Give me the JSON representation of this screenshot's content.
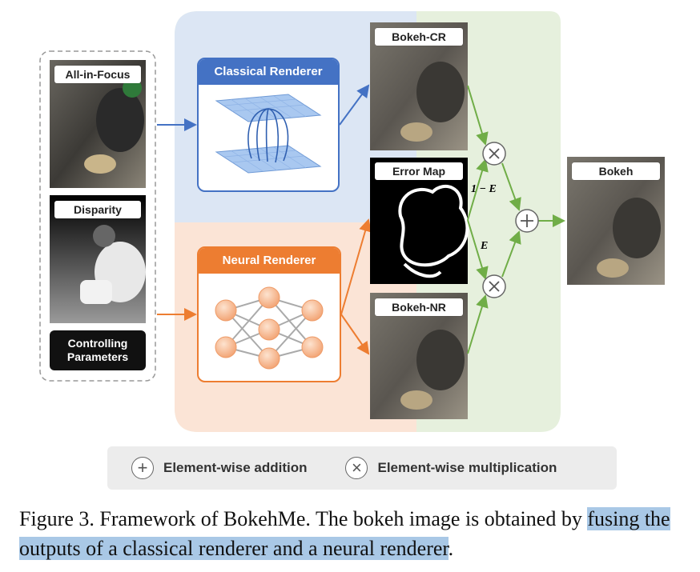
{
  "figure": {
    "labels": {
      "all_in_focus": "All-in-Focus",
      "disparity": "Disparity",
      "controlling_parameters": "Controlling Parameters",
      "classical_renderer": "Classical Renderer",
      "neural_renderer": "Neural Renderer",
      "bokeh_cr": "Bokeh-CR",
      "error_map": "Error Map",
      "bokeh_nr": "Bokeh-NR",
      "bokeh": "Bokeh",
      "one_minus_e": "1 − E",
      "e": "E"
    },
    "colors": {
      "classical_bg": "#dce6f4",
      "neural_bg": "#fbe4d6",
      "fusion_bg": "#e6f0dd",
      "classical_accent": "#4472c4",
      "neural_accent": "#ed7d31",
      "fusion_accent": "#70ad47"
    },
    "icons": {
      "addition": "plus-circle-icon",
      "multiplication": "times-circle-icon"
    }
  },
  "legend": {
    "addition": "Element-wise addition",
    "multiplication": "Element-wise multiplication"
  },
  "caption": {
    "prefix": "Figure 3. Framework of BokehMe. The bokeh image is obtained by ",
    "highlight": "fusing the outputs of a classical renderer and a neural renderer",
    "suffix": "."
  }
}
